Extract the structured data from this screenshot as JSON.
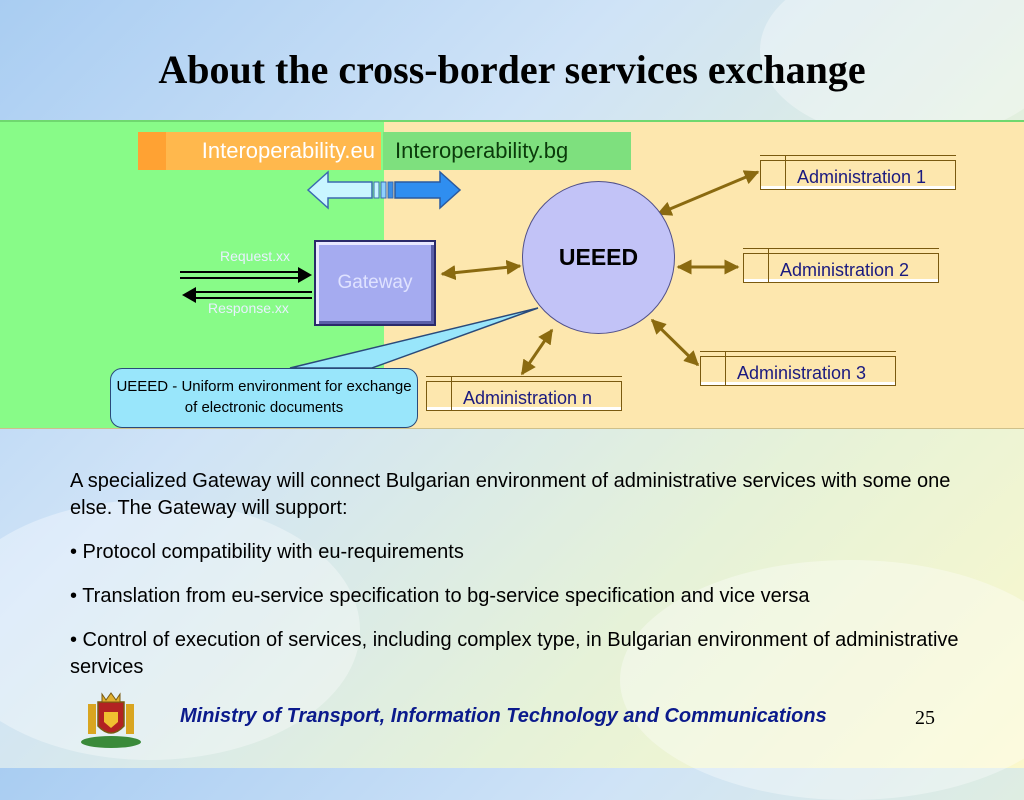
{
  "slide": {
    "title": "About the cross-border services exchange",
    "page_number": "25",
    "footer": "Ministry of Transport, Information Technology and Communications"
  },
  "diagram": {
    "tab_eu": "Interoperability.eu",
    "tab_bg": "Interoperability.bg",
    "gateway": "Gateway",
    "request": "Request.xx",
    "response": "Response.xx",
    "hub": "UEEED",
    "callout": "UEEED - Uniform environment for exchange of electronic documents",
    "administrations": [
      "Administration 1",
      "Administration 2",
      "Administration 3",
      "Administration n"
    ],
    "colors": {
      "eu_zone": "#88fb88",
      "bg_zone": "#fde7ae",
      "connector": "#8a6a10",
      "hub": "#c2c3f7",
      "footer_text": "#0b1a8c"
    }
  },
  "body": {
    "intro": "A specialized Gateway will connect Bulgarian environment of administrative services with some one else. The Gateway will support:",
    "bullets": [
      "• Protocol compatibility with eu-requirements",
      "• Translation from eu-service specification to bg-service specification and vice versa",
      "• Control of execution of services, including complex type, in Bulgarian environment of administrative services"
    ]
  },
  "icons": {
    "emblem": "bulgarian-coat-of-arms-icon",
    "exchange_arrow": "double-arrow-icon"
  }
}
